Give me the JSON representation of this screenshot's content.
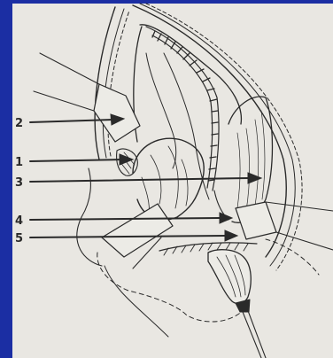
{
  "diagram": {
    "labels": [
      {
        "id": "2",
        "text": "2"
      },
      {
        "id": "1",
        "text": "1"
      },
      {
        "id": "3",
        "text": "3"
      },
      {
        "id": "4",
        "text": "4"
      },
      {
        "id": "5",
        "text": "5"
      }
    ]
  },
  "colors": {
    "background": "#1b2ea3",
    "paper": "#e9e7e2",
    "ink": "#2a2a2a"
  }
}
